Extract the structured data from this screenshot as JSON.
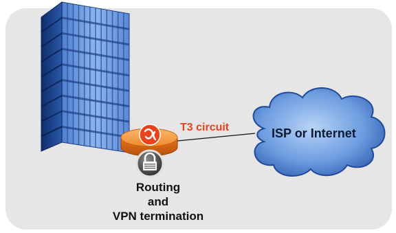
{
  "diagram": {
    "link_label": "T3 circuit",
    "cloud_label": "ISP or Internet",
    "router_caption": [
      "Routing",
      "and",
      "VPN termination"
    ]
  },
  "colors": {
    "panel": "#e6e6e6",
    "building_front": "#6f9fe0",
    "building_side": "#1a3f8a",
    "router": "#f08a2c",
    "link_label": "#e8431c",
    "cloud": "#4b7dcc"
  },
  "icons": {
    "building": "office-tower-icon",
    "router": "vpn-router-icon",
    "lock": "padlock-icon",
    "cloud": "cloud-icon"
  }
}
